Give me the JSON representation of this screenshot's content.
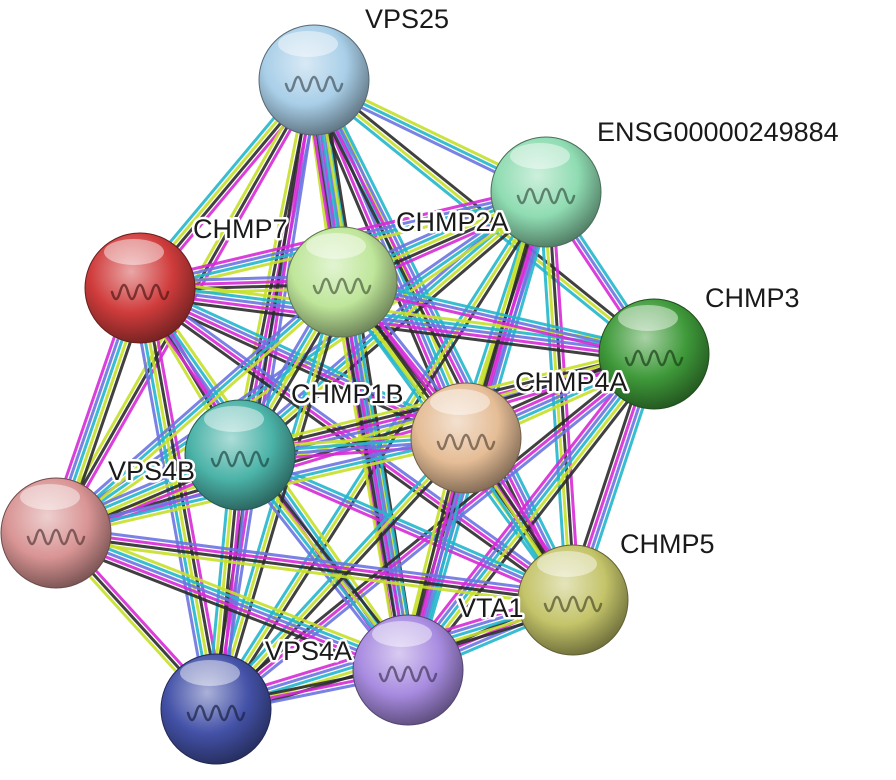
{
  "network": {
    "nodes": [
      {
        "id": "VPS25",
        "label": "VPS25",
        "color": "#a9cfe8"
      },
      {
        "id": "ENSG00000249884",
        "label": "ENSG00000249884",
        "color": "#8fdcb2"
      },
      {
        "id": "CHMP7",
        "label": "CHMP7",
        "color": "#d03c3c"
      },
      {
        "id": "CHMP2A",
        "label": "CHMP2A",
        "color": "#bfe69a"
      },
      {
        "id": "CHMP3",
        "label": "CHMP3",
        "color": "#3f9a3a"
      },
      {
        "id": "CHMP1B",
        "label": "CHMP1B",
        "color": "#4bb3a8"
      },
      {
        "id": "CHMP4A",
        "label": "CHMP4A",
        "color": "#e5bd96"
      },
      {
        "id": "VPS4B",
        "label": "VPS4B",
        "color": "#d99494"
      },
      {
        "id": "CHMP5",
        "label": "CHMP5",
        "color": "#c4c46a"
      },
      {
        "id": "VTA1",
        "label": "VTA1",
        "color": "#a88be0"
      },
      {
        "id": "VPS4A",
        "label": "VPS4A",
        "color": "#4452a8"
      }
    ],
    "edge_colors": [
      "#c6e02a",
      "#d62ad6",
      "#23b6cc",
      "#2b2b2b",
      "#6b74e0"
    ]
  }
}
